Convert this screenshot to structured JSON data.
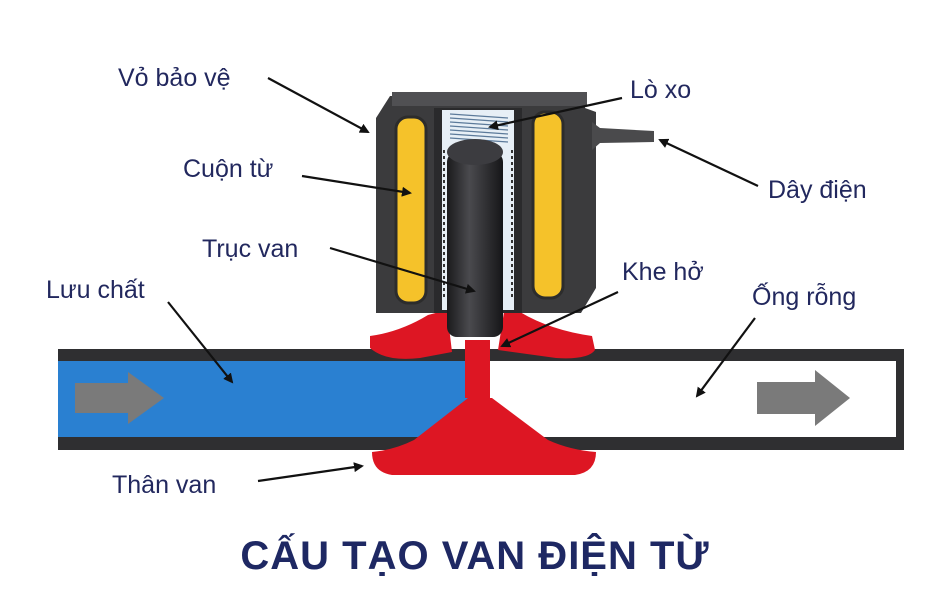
{
  "title": "CẤU TẠO VAN ĐIỆN TỪ",
  "labels": {
    "protective_shell": "Vỏ bảo vệ",
    "coil": "Cuộn từ",
    "plunger": "Trục van",
    "fluid": "Lưu chất",
    "valve_body": "Thân van",
    "spring": "Lò xo",
    "wire": "Dây điện",
    "gap": "Khe hở",
    "hollow_pipe": "Ống rỗng"
  },
  "colors": {
    "label_text": "#22285e",
    "title_text": "#1e2863",
    "housing": "#3b3b3d",
    "coil": "#f5c22a",
    "valve_body": "#dd1623",
    "fluid": "#2a80d1",
    "pipe_wall": "#2f2f31",
    "arrow": "#7a7a7a"
  }
}
